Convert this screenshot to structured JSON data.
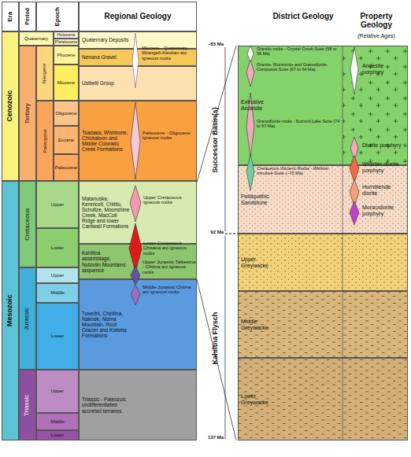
{
  "diagram": {
    "nodes": [
      {
        "text": [
          "Era"
        ]
      },
      {
        "text": [
          "Period"
        ]
      },
      {
        "text": [
          "Epoch"
        ]
      },
      {
        "text": [
          "Regional Geology"
        ]
      },
      {
        "text": [
          "Cenozoic"
        ]
      },
      {
        "text": [
          "Mesozoic"
        ]
      },
      {
        "text": [
          "Quaternary"
        ]
      },
      {
        "text": [
          "Tertiary"
        ]
      },
      {
        "text": [
          "Neogene"
        ]
      },
      {
        "text": [
          "Paleogene"
        ]
      },
      {
        "text": [
          "Cretaceous"
        ]
      },
      {
        "text": [
          "Jurassic"
        ]
      },
      {
        "text": [
          "Triassic"
        ]
      },
      {
        "text": [
          "Holocene"
        ]
      },
      {
        "text": [
          "Pleistocene"
        ]
      },
      {
        "text": [
          "Pliocene"
        ]
      },
      {
        "text": [
          "Miocene"
        ]
      },
      {
        "text": [
          "Oligocene"
        ]
      },
      {
        "text": [
          "Eocene"
        ]
      },
      {
        "text": [
          "Paleocene"
        ]
      },
      {
        "text": [
          "Upper"
        ]
      },
      {
        "text": [
          "Lower"
        ]
      },
      {
        "text": [
          "Upper"
        ]
      },
      {
        "text": [
          "Middle"
        ]
      },
      {
        "text": [
          "Lower"
        ]
      },
      {
        "text": [
          "Upper"
        ]
      },
      {
        "text": [
          "Middle"
        ]
      },
      {
        "text": [
          "Lower"
        ]
      },
      {
        "text": [
          "Quaternary Deposits"
        ]
      },
      {
        "text": [
          "Nenana Gravel"
        ]
      },
      {
        "text": [
          "Usibelli Group"
        ]
      },
      {
        "text": [
          "Tsadaka, Wishbone, Chickaloon and Middle Colorado Creek Formations"
        ]
      },
      {
        "text": [
          "Matanuska, Kennicott, Chititu, Schultze, Moonshine Creek, MacColl Ridge and lower Cantwell Formations"
        ]
      },
      {
        "text": [
          "Kahiltna assemblage, Nutzotin Mountains sequence"
        ]
      },
      {
        "text": [
          "Tuxedni, Chinitna, Naknek, Nizina Mountain, Root Glacier and Kotsina Formations"
        ]
      },
      {
        "text": [
          "Triassic - Paleozoic undifferentiated accreted terranes"
        ]
      },
      {
        "text": [
          "Extrusive Andesite"
        ]
      },
      {
        "text": [
          "Feldspathic Sandstone"
        ]
      },
      {
        "text": [
          "Upper Greywacke"
        ]
      },
      {
        "text": [
          "Middle Greywacke"
        ]
      },
      {
        "text": [
          "Lower Greywacke"
        ]
      }
    ],
    "labels": [
      "District Geology",
      "Property Geology",
      "(Relative Ages)",
      "~65 Ma",
      "92 Ma",
      "137 Ma",
      "Successor Basin(s)",
      "Kahiltna Flysch",
      "Miocene - Quaternary Wrangell-Aleutian arc igneous rocks",
      "Paleocene - Oligocene igneous rocks",
      "Upper Cretaceous igneous rocks",
      "Lower Cretaceous Chisana arc igneous rocks",
      "Upper Jurassic Talkeetna - Chitina arc igneous rocks",
      "Middle Jurassic Chitina arc igneous rocks",
      "Granitic rocks - Crystal Creek Suite (58 to 56 Ma)",
      "Granite, Monzonite and Granodiorite Composite Suite (67 to 64 Ma)",
      "Granodiorite rocks - Summit Lake Suite (74 to 67 Ma)",
      "Cretaceous Volcanic Rocks - Whistler Intrusive Suite (~76 Ma)",
      "Andesite porphyry",
      "Diorite porphyry",
      "Whistler diorite porphyry",
      "Hornblende diorite",
      "Monzodiorite porphyry"
    ]
  }
}
